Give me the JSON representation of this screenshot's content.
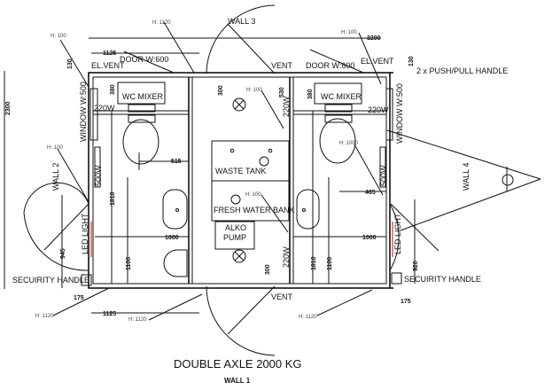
{
  "title": "DOUBLE AXLE 2000 KG",
  "walls": {
    "w1": "WALL 1",
    "w2": "WALL 2",
    "w3": "WALL 3",
    "w4": "WALL 4"
  },
  "labels": {
    "h1120": "H: 1120",
    "h100": "H: 100",
    "h1000": "H: 1000",
    "door": "DOOR W:600",
    "elvent": "EL.VENT",
    "vent": "VENT",
    "push_pull": "2 x PUSH/PULL HANDLE",
    "wc_mixer": "WC MIXER",
    "w220": "220W",
    "w500": "500W",
    "window": "WINDOW W:500",
    "waste_tank": "WASTE TANK",
    "fresh_water": "FRESH WATER BANK",
    "alko": "ALKO",
    "pump": "PUMP",
    "led_light": "LED LIGHT",
    "security_handle": "SECUIRITY HANDLE"
  },
  "dims": {
    "d3200": "3200",
    "d2300": "2300",
    "d1125": "1125",
    "d130": "130",
    "d380": "380",
    "d300": "300",
    "d530": "530",
    "d515": "515",
    "d465": "465",
    "d1810": "1810",
    "d1000": "1000",
    "d945": "945",
    "d920": "920",
    "d1100": "1100",
    "d175": "175"
  }
}
